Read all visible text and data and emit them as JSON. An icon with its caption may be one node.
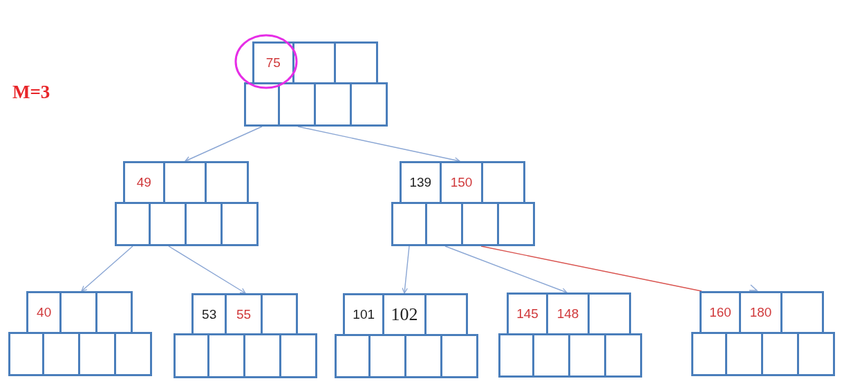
{
  "diagram": {
    "nodes": [
      {
        "text": [
          "75"
        ]
      },
      {
        "text": [
          "49"
        ]
      },
      {
        "text": [
          "139",
          "150"
        ]
      },
      {
        "text": [
          "40"
        ]
      },
      {
        "text": [
          "53",
          "55"
        ]
      },
      {
        "text": [
          "101",
          "102"
        ]
      },
      {
        "text": [
          "145",
          "148"
        ]
      },
      {
        "text": [
          "160",
          "180"
        ]
      }
    ],
    "edges": [
      {
        "from": 0,
        "to": 1,
        "arrow": "to"
      },
      {
        "from": 0,
        "to": 2,
        "arrow": "to"
      },
      {
        "from": 1,
        "to": 3,
        "arrow": "to"
      },
      {
        "from": 1,
        "to": 4,
        "arrow": "to"
      },
      {
        "from": 2,
        "to": 5,
        "arrow": "to"
      },
      {
        "from": 2,
        "to": 6,
        "arrow": "to"
      },
      {
        "from": 2,
        "to": 7,
        "arrow": "none",
        "color": "#d9534f"
      }
    ],
    "labels": [
      "M=3"
    ]
  }
}
